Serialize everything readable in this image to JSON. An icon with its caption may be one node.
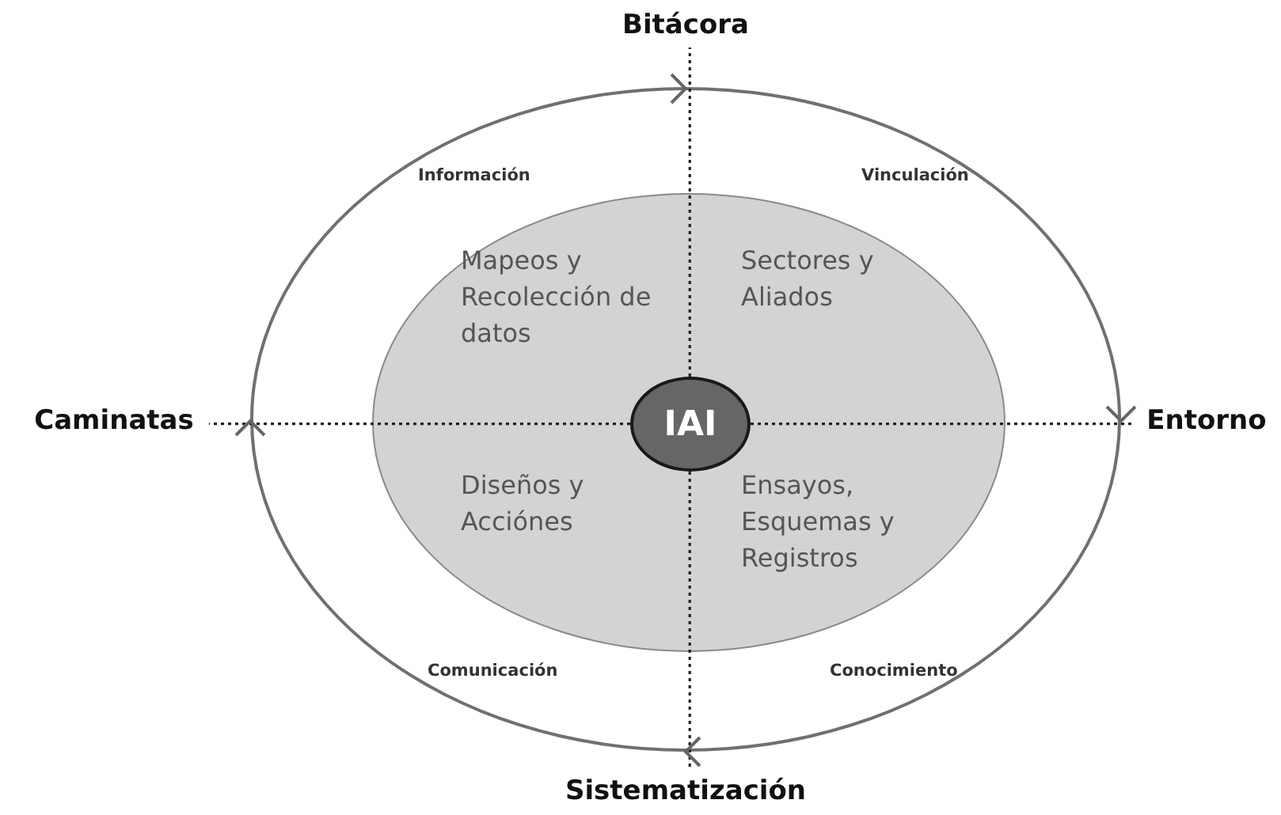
{
  "diagram": {
    "nodes": [
      {
        "text": [
          "Información",
          "Vinculación",
          "Comunicación",
          "Conocimiento"
        ]
      },
      {
        "text": [
          "Mapeos y Recolección de datos",
          "Sectores y Aliados",
          "Diseños y Acciónes",
          "Ensayos, Esquemas y Registros"
        ],
        "in": 0
      },
      {
        "text": [
          "IAI"
        ],
        "in": 1
      },
      {
        "text": [
          "Bitácora"
        ]
      },
      {
        "text": [
          "Caminatas"
        ]
      },
      {
        "text": [
          "Entorno"
        ]
      },
      {
        "text": [
          "Sistematización"
        ]
      }
    ],
    "edges": [
      {
        "from": 2,
        "to": 3,
        "arrow": "none"
      },
      {
        "from": 2,
        "to": 4,
        "arrow": "none"
      },
      {
        "from": 2,
        "to": 5,
        "arrow": "none"
      },
      {
        "from": 2,
        "to": 6,
        "arrow": "none"
      }
    ]
  }
}
